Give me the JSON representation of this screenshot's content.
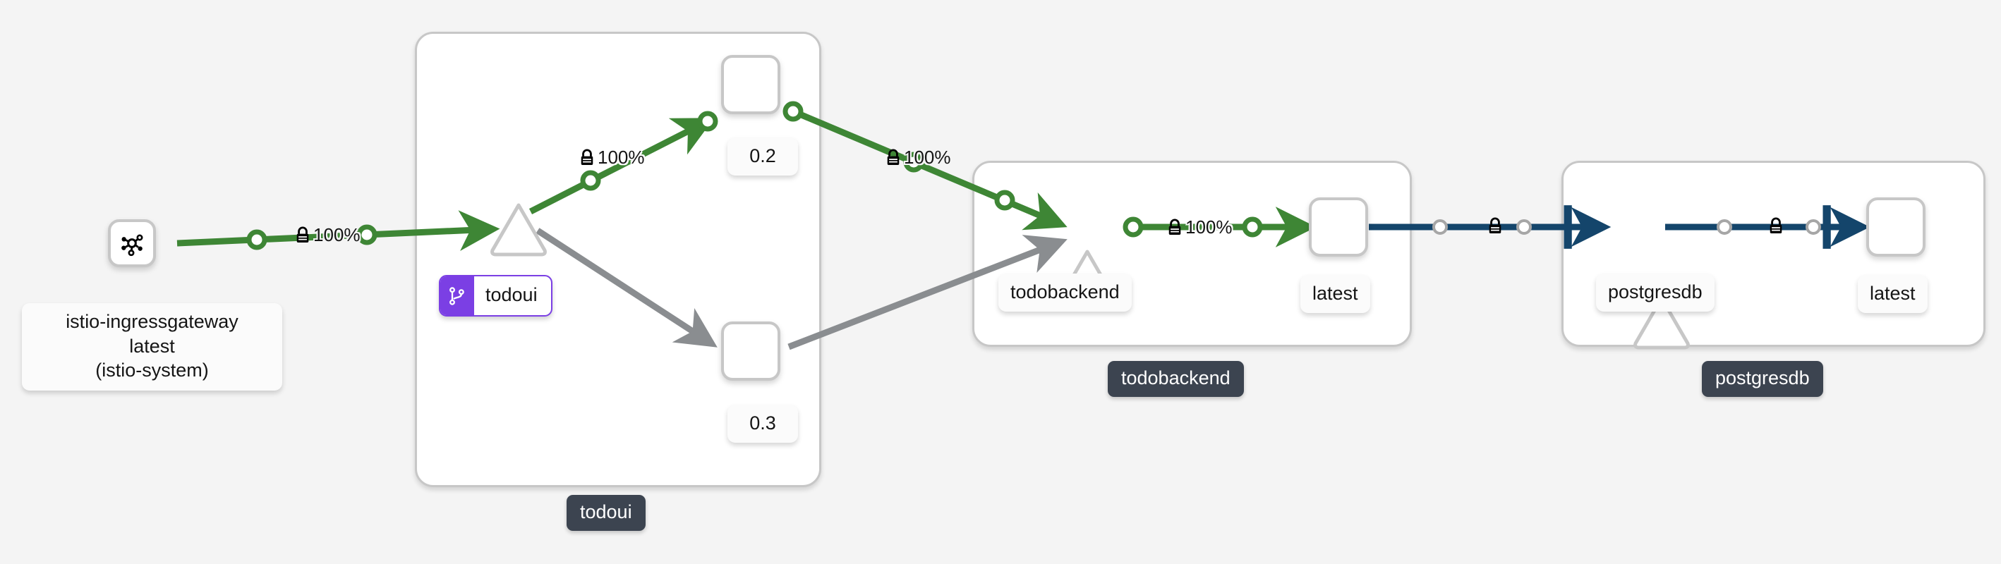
{
  "graph": {
    "title": "Service Mesh Topology Graph",
    "background_color": "#f4f4f4",
    "colors": {
      "healthy_edge": "#3e8635",
      "idle_edge": "#8a8d90",
      "tcp_edge": "#14456b",
      "node_border": "#c7c7c7",
      "namespace_tag_bg": "#3c4450",
      "virtual_service_accent": "#7b3fe4"
    }
  },
  "namespaces": [
    {
      "name": "todoui",
      "tag_label": "todoui"
    },
    {
      "name": "todobackend",
      "tag_label": "todobackend"
    },
    {
      "name": "postgresdb",
      "tag_label": "postgresdb"
    }
  ],
  "nodes": {
    "ingressgateway": {
      "icon": "gateway-icon",
      "label": "istio-ingressgateway\nlatest\n(istio-system)",
      "app": "istio-ingressgateway",
      "version": "latest",
      "namespace": "istio-system"
    },
    "todoui_service": {
      "shape": "triangle",
      "label": "todoui",
      "badge": {
        "icon": "virtual-service-icon",
        "label": "todoui"
      }
    },
    "todoui_v02": {
      "shape": "rounded-square",
      "label": "0.2"
    },
    "todoui_v03": {
      "shape": "rounded-square",
      "label": "0.3"
    },
    "todobackend_service": {
      "shape": "triangle",
      "label": "todobackend"
    },
    "todobackend_latest": {
      "shape": "rounded-square",
      "label": "latest"
    },
    "postgresdb_service": {
      "shape": "triangle",
      "label": "postgresdb"
    },
    "postgresdb_latest": {
      "shape": "rounded-square",
      "label": "latest"
    }
  },
  "edges": [
    {
      "id": "gw-to-todoui",
      "from": "ingressgateway",
      "to": "todoui_service",
      "label": "100%",
      "mtls": true,
      "protocol": "http",
      "status": "healthy"
    },
    {
      "id": "todoui-to-v02",
      "from": "todoui_service",
      "to": "todoui_v02",
      "label": "100%",
      "mtls": true,
      "protocol": "http",
      "status": "healthy"
    },
    {
      "id": "todoui-to-v03",
      "from": "todoui_service",
      "to": "todoui_v03",
      "label": "",
      "mtls": false,
      "protocol": "http",
      "status": "idle"
    },
    {
      "id": "v02-to-todobackend",
      "from": "todoui_v02",
      "to": "todobackend_service",
      "label": "100%",
      "mtls": true,
      "protocol": "http",
      "status": "healthy"
    },
    {
      "id": "v03-to-todobackend",
      "from": "todoui_v03",
      "to": "todobackend_service",
      "label": "",
      "mtls": false,
      "protocol": "http",
      "status": "idle"
    },
    {
      "id": "todobackend-to-latest",
      "from": "todobackend_service",
      "to": "todobackend_latest",
      "label": "100%",
      "mtls": true,
      "protocol": "http",
      "status": "healthy"
    },
    {
      "id": "latest-to-postgresdb",
      "from": "todobackend_latest",
      "to": "postgresdb_service",
      "label": "",
      "mtls": true,
      "protocol": "tcp",
      "status": "tcp"
    },
    {
      "id": "postgresdb-to-latest",
      "from": "postgresdb_service",
      "to": "postgresdb_latest",
      "label": "",
      "mtls": true,
      "protocol": "tcp",
      "status": "tcp"
    }
  ],
  "edge_labels": {
    "gw_to_todoui": "100%",
    "todoui_to_v02": "100%",
    "v02_to_todobackend": "100%",
    "todobackend_to_latest": "100%"
  }
}
